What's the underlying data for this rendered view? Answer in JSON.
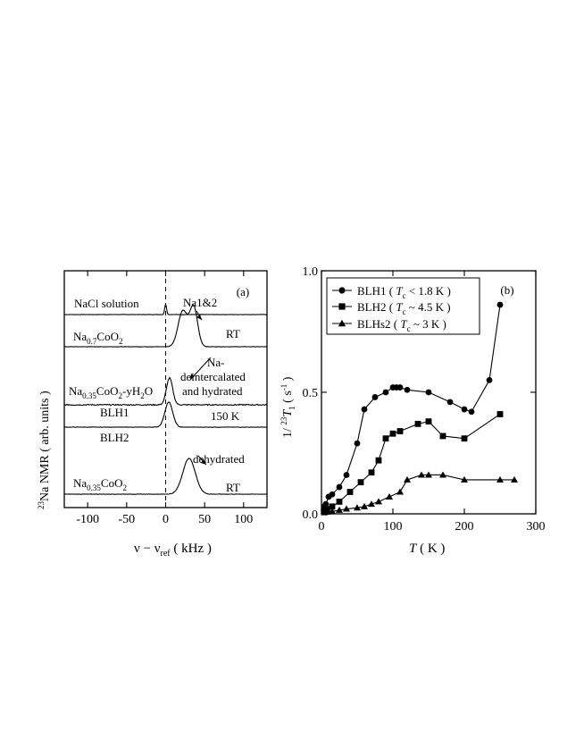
{
  "chart_data": [
    {
      "type": "line",
      "panel_label": "(a)",
      "xlabel_main": "ν − ν",
      "xlabel_sub": "ref",
      "xlabel_unit": " ( kHz )",
      "ylabel_sup": "23",
      "ylabel_main": "Na NMR ( arb. units )",
      "xlim": [
        -130,
        130
      ],
      "xticks": [
        -100,
        -50,
        0,
        50,
        100
      ],
      "xtick_labels": [
        "-100",
        "-50",
        "0",
        "50",
        "100"
      ],
      "spectra": [
        {
          "name": "NaCl solution",
          "peaks": [
            [
              0,
              12,
              1.2
            ]
          ],
          "noise": 0.5
        },
        {
          "name": "Na0.7CoO2",
          "peaks": [
            [
              22,
              40,
              6
            ],
            [
              36,
              44,
              5
            ]
          ],
          "noise": 0.4
        },
        {
          "name": "Na0.35CoO2-yH2O",
          "peaks": [
            [
              5,
              30,
              4
            ]
          ],
          "noise": 1.2
        },
        {
          "name": "BLH1",
          "peaks": [
            [
              4,
              28,
              5
            ]
          ],
          "noise": 0.5
        },
        {
          "name": "Na0.35CoO2",
          "peaks": [
            [
              30,
              40,
              8
            ]
          ],
          "noise": 0.5
        }
      ],
      "labels": {
        "nacl": "NaCl solution",
        "na07": "Na",
        "na07_sub": "0.7",
        "na07_rest": "CoO",
        "na07_sub2": "2",
        "hyd": "Na",
        "hyd_sub": "0.35",
        "hyd_mid": "CoO",
        "hyd_sub2": "2",
        "hyd_mid2": "-yH",
        "hyd_sub3": "2",
        "hyd_end": "O",
        "blh1": "BLH1",
        "blh2": "BLH2",
        "dehyd": "Na",
        "dehyd_sub": "0.35",
        "dehyd_mid": "CoO",
        "dehyd_sub2": "2",
        "rt1": "RT",
        "rt2": "RT",
        "k150": "150 K",
        "na12": "Na1&2",
        "deint1": "Na-",
        "deint2": "deintercalated",
        "deint3": "and hydrated",
        "dehydrated": "dehydrated"
      }
    },
    {
      "type": "line",
      "panel_label": "(b)",
      "xlabel_main": "T",
      "xlabel_unit": " ( K )",
      "ylabel": "1/ ²³T₁ ( s⁻¹ )",
      "ylabel_parts": {
        "pre": "1/ ",
        "sup1": "23",
        "t": "T",
        "sub": "1",
        "mid": " ( s",
        "sup2": "-1",
        "end": " )"
      },
      "xlim": [
        0,
        300
      ],
      "ylim": [
        0,
        1.0
      ],
      "xticks": [
        0,
        100,
        200,
        300
      ],
      "xtick_labels": [
        "0",
        "100",
        "200",
        "300"
      ],
      "yticks": [
        0,
        0.5,
        1.0
      ],
      "ytick_labels": [
        "0.0",
        "0.5",
        "1.0"
      ],
      "legend_position": "top-left",
      "series": [
        {
          "name": "BLH1",
          "legend_pre": "BLH1 ( ",
          "legend_tc": "T",
          "legend_sub": "c",
          "legend_post": " < 1.8 K )",
          "marker": "circle",
          "x": [
            4,
            6,
            10,
            15,
            25,
            35,
            50,
            60,
            75,
            90,
            100,
            105,
            110,
            120,
            150,
            180,
            200,
            210,
            235,
            250
          ],
          "y": [
            0.03,
            0.04,
            0.07,
            0.08,
            0.11,
            0.16,
            0.29,
            0.43,
            0.48,
            0.5,
            0.52,
            0.52,
            0.52,
            0.51,
            0.5,
            0.46,
            0.43,
            0.42,
            0.55,
            0.86
          ]
        },
        {
          "name": "BLH2",
          "legend_pre": "BLH2 ( ",
          "legend_tc": "T",
          "legend_sub": "c",
          "legend_post": " ~ 4.5 K )",
          "marker": "square",
          "x": [
            4,
            8,
            15,
            25,
            40,
            55,
            70,
            80,
            90,
            100,
            110,
            135,
            150,
            170,
            200,
            250
          ],
          "y": [
            0.01,
            0.02,
            0.03,
            0.05,
            0.09,
            0.13,
            0.17,
            0.22,
            0.31,
            0.33,
            0.34,
            0.37,
            0.38,
            0.32,
            0.31,
            0.41
          ]
        },
        {
          "name": "BLHs2",
          "legend_pre": "BLHs2 ( ",
          "legend_tc": "T",
          "legend_sub": "c",
          "legend_post": " ~ 3 K )",
          "marker": "triangle",
          "x": [
            4,
            8,
            15,
            25,
            35,
            50,
            60,
            70,
            80,
            95,
            110,
            120,
            140,
            150,
            170,
            200,
            250,
            270
          ],
          "y": [
            0.005,
            0.008,
            0.01,
            0.015,
            0.02,
            0.025,
            0.03,
            0.04,
            0.05,
            0.07,
            0.09,
            0.14,
            0.16,
            0.16,
            0.16,
            0.14,
            0.14,
            0.14
          ]
        }
      ]
    }
  ]
}
